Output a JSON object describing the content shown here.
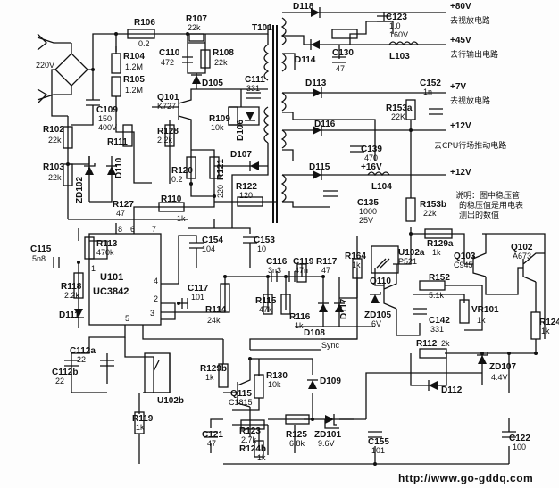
{
  "ac_input": "220V",
  "ic": {
    "ref": "U101",
    "part": "UC3842",
    "pins": [
      "8",
      "6",
      "7",
      "1",
      "4",
      "2",
      "5",
      "3"
    ]
  },
  "transformer": "T101",
  "outputs": [
    {
      "voltage": "+80V",
      "dest": "去视放电路"
    },
    {
      "voltage": "+45V",
      "dest": "去行输出电路"
    },
    {
      "voltage": "+7V",
      "dest": "去视放电路"
    },
    {
      "voltage": "+12V",
      "dest": "去CPU行场推动电路"
    },
    {
      "voltage": "+12V",
      "dest": ""
    }
  ],
  "extra_rail": "+16V",
  "sync_label": "Sync",
  "note": [
    "说明：图中稳压管",
    "的稳压值是用电表",
    "测出的数值"
  ],
  "components": [
    {
      "ref": "R106",
      "value": "0.2"
    },
    {
      "ref": "R107",
      "value": "22k"
    },
    {
      "ref": "R104",
      "value": "1.2M"
    },
    {
      "ref": "R105",
      "value": "1.2M"
    },
    {
      "ref": "C110",
      "value": "472"
    },
    {
      "ref": "R108",
      "value": "22k"
    },
    {
      "ref": "D105",
      "value": ""
    },
    {
      "ref": "C109",
      "value": "150"
    },
    {
      "ref": "C109V",
      "value": "400V"
    },
    {
      "ref": "Q101",
      "value": "K727"
    },
    {
      "ref": "C111",
      "value": "331"
    },
    {
      "ref": "R109",
      "value": "10k"
    },
    {
      "ref": "D106",
      "value": ""
    },
    {
      "ref": "R102",
      "value": "22k"
    },
    {
      "ref": "R103",
      "value": "22k"
    },
    {
      "ref": "R111",
      "value": ""
    },
    {
      "ref": "R128",
      "value": "2.2k"
    },
    {
      "ref": "ZD102",
      "value": ""
    },
    {
      "ref": "D110",
      "value": ""
    },
    {
      "ref": "R120",
      "value": "0.2"
    },
    {
      "ref": "R121",
      "value": "220"
    },
    {
      "ref": "D107",
      "value": ""
    },
    {
      "ref": "R122",
      "value": "120"
    },
    {
      "ref": "R127",
      "value": "47"
    },
    {
      "ref": "R110",
      "value": "1k"
    },
    {
      "ref": "D118",
      "value": ""
    },
    {
      "ref": "C123",
      "value": "1.0"
    },
    {
      "ref": "C123V",
      "value": "160V"
    },
    {
      "ref": "D114",
      "value": ""
    },
    {
      "ref": "C130",
      "value": "47"
    },
    {
      "ref": "L103",
      "value": ""
    },
    {
      "ref": "D113",
      "value": ""
    },
    {
      "ref": "C152",
      "value": "1n"
    },
    {
      "ref": "R153a",
      "value": "22K"
    },
    {
      "ref": "D116",
      "value": ""
    },
    {
      "ref": "C139",
      "value": "470"
    },
    {
      "ref": "D115",
      "value": ""
    },
    {
      "ref": "L104",
      "value": ""
    },
    {
      "ref": "C135",
      "value": "1000"
    },
    {
      "ref": "C135V",
      "value": "25V"
    },
    {
      "ref": "R153b",
      "value": "22k"
    },
    {
      "ref": "C115",
      "value": "5n8"
    },
    {
      "ref": "R113",
      "value": "470k"
    },
    {
      "ref": "C154",
      "value": "104"
    },
    {
      "ref": "C153",
      "value": "10"
    },
    {
      "ref": "C116",
      "value": "3n3"
    },
    {
      "ref": "C119",
      "value": "47n"
    },
    {
      "ref": "R117",
      "value": "47"
    },
    {
      "ref": "R164",
      "value": "1k"
    },
    {
      "ref": "U102a",
      "value": "P521"
    },
    {
      "ref": "R129a",
      "value": "1k"
    },
    {
      "ref": "Q103",
      "value": "C945"
    },
    {
      "ref": "Q102",
      "value": "A673"
    },
    {
      "ref": "R118",
      "value": "2.2k"
    },
    {
      "ref": "C117",
      "value": "101"
    },
    {
      "ref": "R115",
      "value": "47k"
    },
    {
      "ref": "R116",
      "value": "1k"
    },
    {
      "ref": "D108",
      "value": ""
    },
    {
      "ref": "D117",
      "value": ""
    },
    {
      "ref": "Q110",
      "value": ""
    },
    {
      "ref": "ZD105",
      "value": "6V"
    },
    {
      "ref": "R152",
      "value": "5.1k"
    },
    {
      "ref": "C142",
      "value": "331"
    },
    {
      "ref": "VR101",
      "value": "1k"
    },
    {
      "ref": "R124a",
      "value": "1k"
    },
    {
      "ref": "D111",
      "value": ""
    },
    {
      "ref": "R114",
      "value": "24k"
    },
    {
      "ref": "C112a",
      "value": "22"
    },
    {
      "ref": "C112b",
      "value": "22"
    },
    {
      "ref": "R112",
      "value": "2k"
    },
    {
      "ref": "ZD107",
      "value": "4.4V"
    },
    {
      "ref": "D112",
      "value": ""
    },
    {
      "ref": "U102b",
      "value": ""
    },
    {
      "ref": "R129b",
      "value": "1k"
    },
    {
      "ref": "R130",
      "value": "10k"
    },
    {
      "ref": "D109",
      "value": ""
    },
    {
      "ref": "Q115",
      "value": "C1815"
    },
    {
      "ref": "R119",
      "value": "1k"
    },
    {
      "ref": "C121",
      "value": "47"
    },
    {
      "ref": "R123",
      "value": "2.7k"
    },
    {
      "ref": "R124b",
      "value": "1k"
    },
    {
      "ref": "R125",
      "value": "6.8k"
    },
    {
      "ref": "ZD101",
      "value": "9.6V"
    },
    {
      "ref": "C155",
      "value": "101"
    },
    {
      "ref": "C122",
      "value": "100"
    }
  ],
  "watermark": "http://www.go-gddq.com"
}
